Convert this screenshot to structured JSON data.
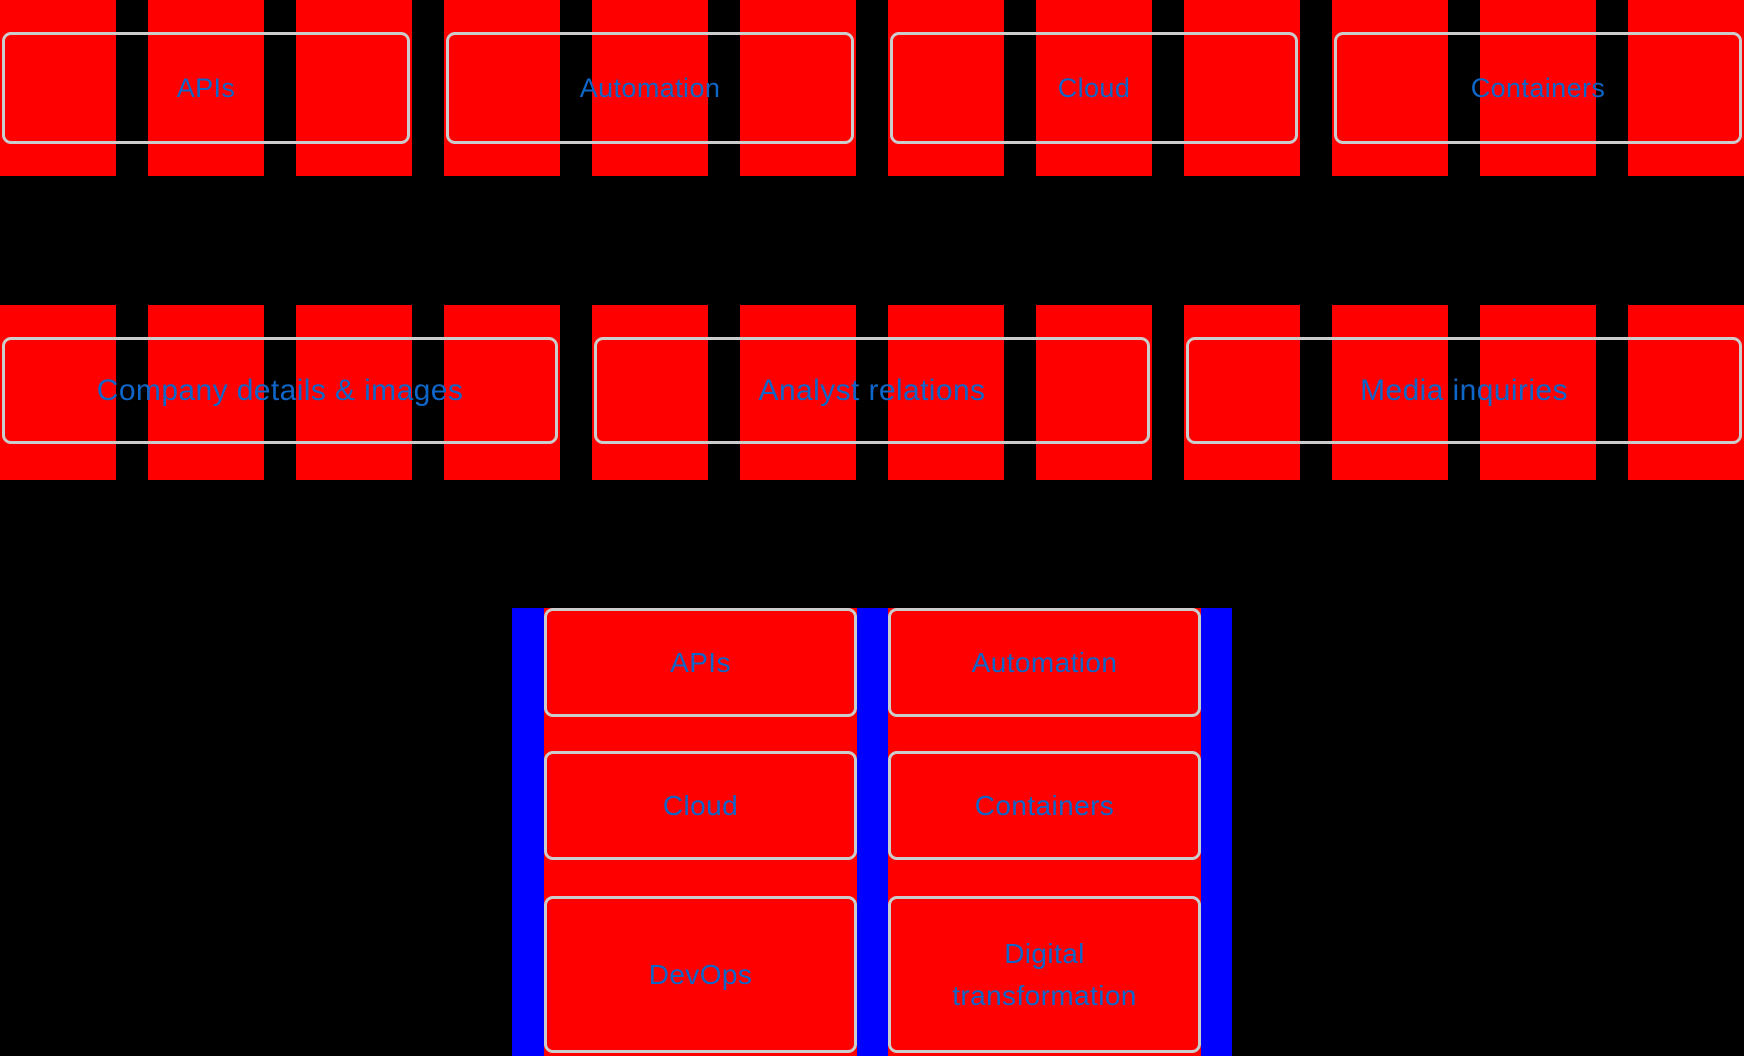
{
  "colors": {
    "page_background": "#000000",
    "block_red": "#ff0000",
    "panel_blue": "#0000ff",
    "link_blue": "#0d66c8",
    "outline_gray": "#cccccc"
  },
  "topic_links_row": {
    "items": [
      {
        "label": "APIs"
      },
      {
        "label": "Automation"
      },
      {
        "label": "Cloud"
      },
      {
        "label": "Containers"
      }
    ]
  },
  "resource_links_row": {
    "items": [
      {
        "label": "Company details & images"
      },
      {
        "label": "Analyst relations"
      },
      {
        "label": "Media inquiries"
      }
    ]
  },
  "topics_panel": {
    "cards": [
      {
        "label": "APIs"
      },
      {
        "label": "Automation"
      },
      {
        "label": "Cloud"
      },
      {
        "label": "Containers"
      },
      {
        "label": "DevOps"
      },
      {
        "label": "Digital transformation"
      }
    ]
  }
}
